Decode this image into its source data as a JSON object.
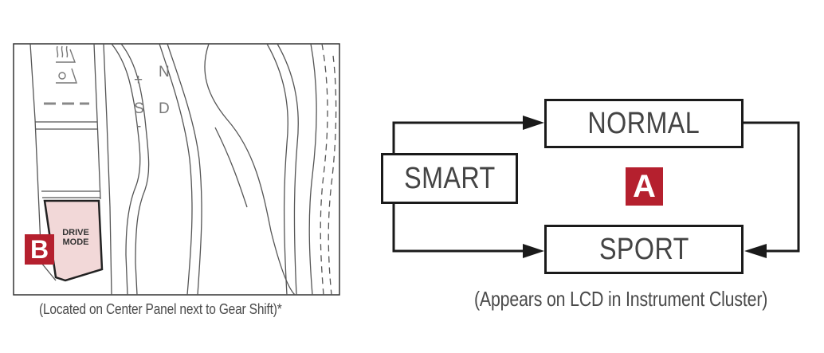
{
  "left_panel": {
    "gear_labels": {
      "n": "N",
      "plus": "+",
      "s": "S",
      "d": "D",
      "minus": "-"
    },
    "drive_mode_line1": "DRIVE",
    "drive_mode_line2": "MODE",
    "badge_b": "B",
    "caption": "(Located on Center Panel next to Gear Shift)*"
  },
  "mode_diagram": {
    "modes": {
      "normal": "NORMAL",
      "smart": "SMART",
      "sport": "SPORT"
    },
    "badge_a": "A",
    "caption": "(Appears on LCD in Instrument Cluster)"
  },
  "colors": {
    "badge": "#b5202e",
    "drive_mode_button": "#f2d8d8",
    "line": "#1a1a1a"
  }
}
